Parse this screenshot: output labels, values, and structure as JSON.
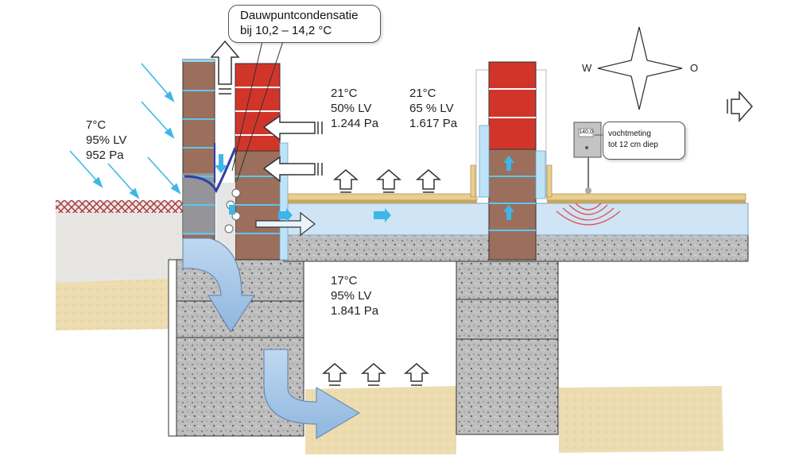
{
  "callout": {
    "line1": "Dauwpuntcondensatie",
    "line2": "bij 10,2 – 14,2 °C"
  },
  "outside": {
    "temp": "7°C",
    "humidity": "95% LV",
    "pressure": "952 Pa"
  },
  "room_left": {
    "temp": "21°C",
    "humidity": "50% LV",
    "pressure": "1.244 Pa"
  },
  "room_right": {
    "temp": "21°C",
    "humidity": "65 % LV",
    "pressure": "1.617 Pa"
  },
  "crawlspace": {
    "temp": "17°C",
    "humidity": "95% LV",
    "pressure": "1.841 Pa"
  },
  "moisture_meter": {
    "display": "140,0",
    "line1": "vochtmeting",
    "line2": "tot 12 cm diep"
  },
  "compass": {
    "west": "W",
    "east": "O"
  },
  "colors": {
    "brick_red": "#d1352a",
    "brick_brown": "#9c6e5c",
    "water_blue": "#cfe4f4",
    "accent_cyan": "#3fb6e8",
    "concrete": "#b5b5b5",
    "sand": "#ecdcb0",
    "wood": "#e9cf8e",
    "membrane": "#2f3fa6"
  }
}
